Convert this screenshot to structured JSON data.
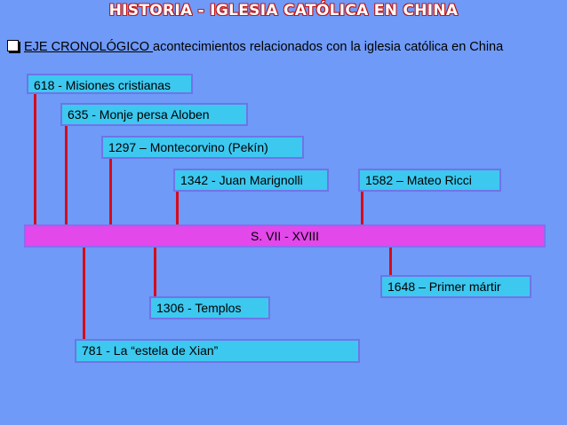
{
  "title": "HISTORIA - IGLESIA CATÓLICA EN CHINA",
  "subtitle": {
    "underlined": "EJE CRONOLÓGICO ",
    "rest": "acontecimientos relacionados con la iglesia católica en China"
  },
  "axis_label": "S. VII - XVIII",
  "events_above": [
    {
      "label": "618 - Misiones cristianas"
    },
    {
      "label": "635 - Monje persa Aloben"
    },
    {
      "label": "1297 – Montecorvino (Pekín)"
    },
    {
      "label": "1342 - Juan Marignolli"
    },
    {
      "label": "1582 – Mateo Ricci"
    }
  ],
  "events_below": [
    {
      "label": "1648 – Primer mártir"
    },
    {
      "label": "1306 - Templos"
    },
    {
      "label": "781 - La “estela de Xian”"
    }
  ],
  "colors": {
    "background": "#6f9af7",
    "box": "#3dc8f0",
    "axis": "#e248ea",
    "tick": "#d80a1a"
  }
}
